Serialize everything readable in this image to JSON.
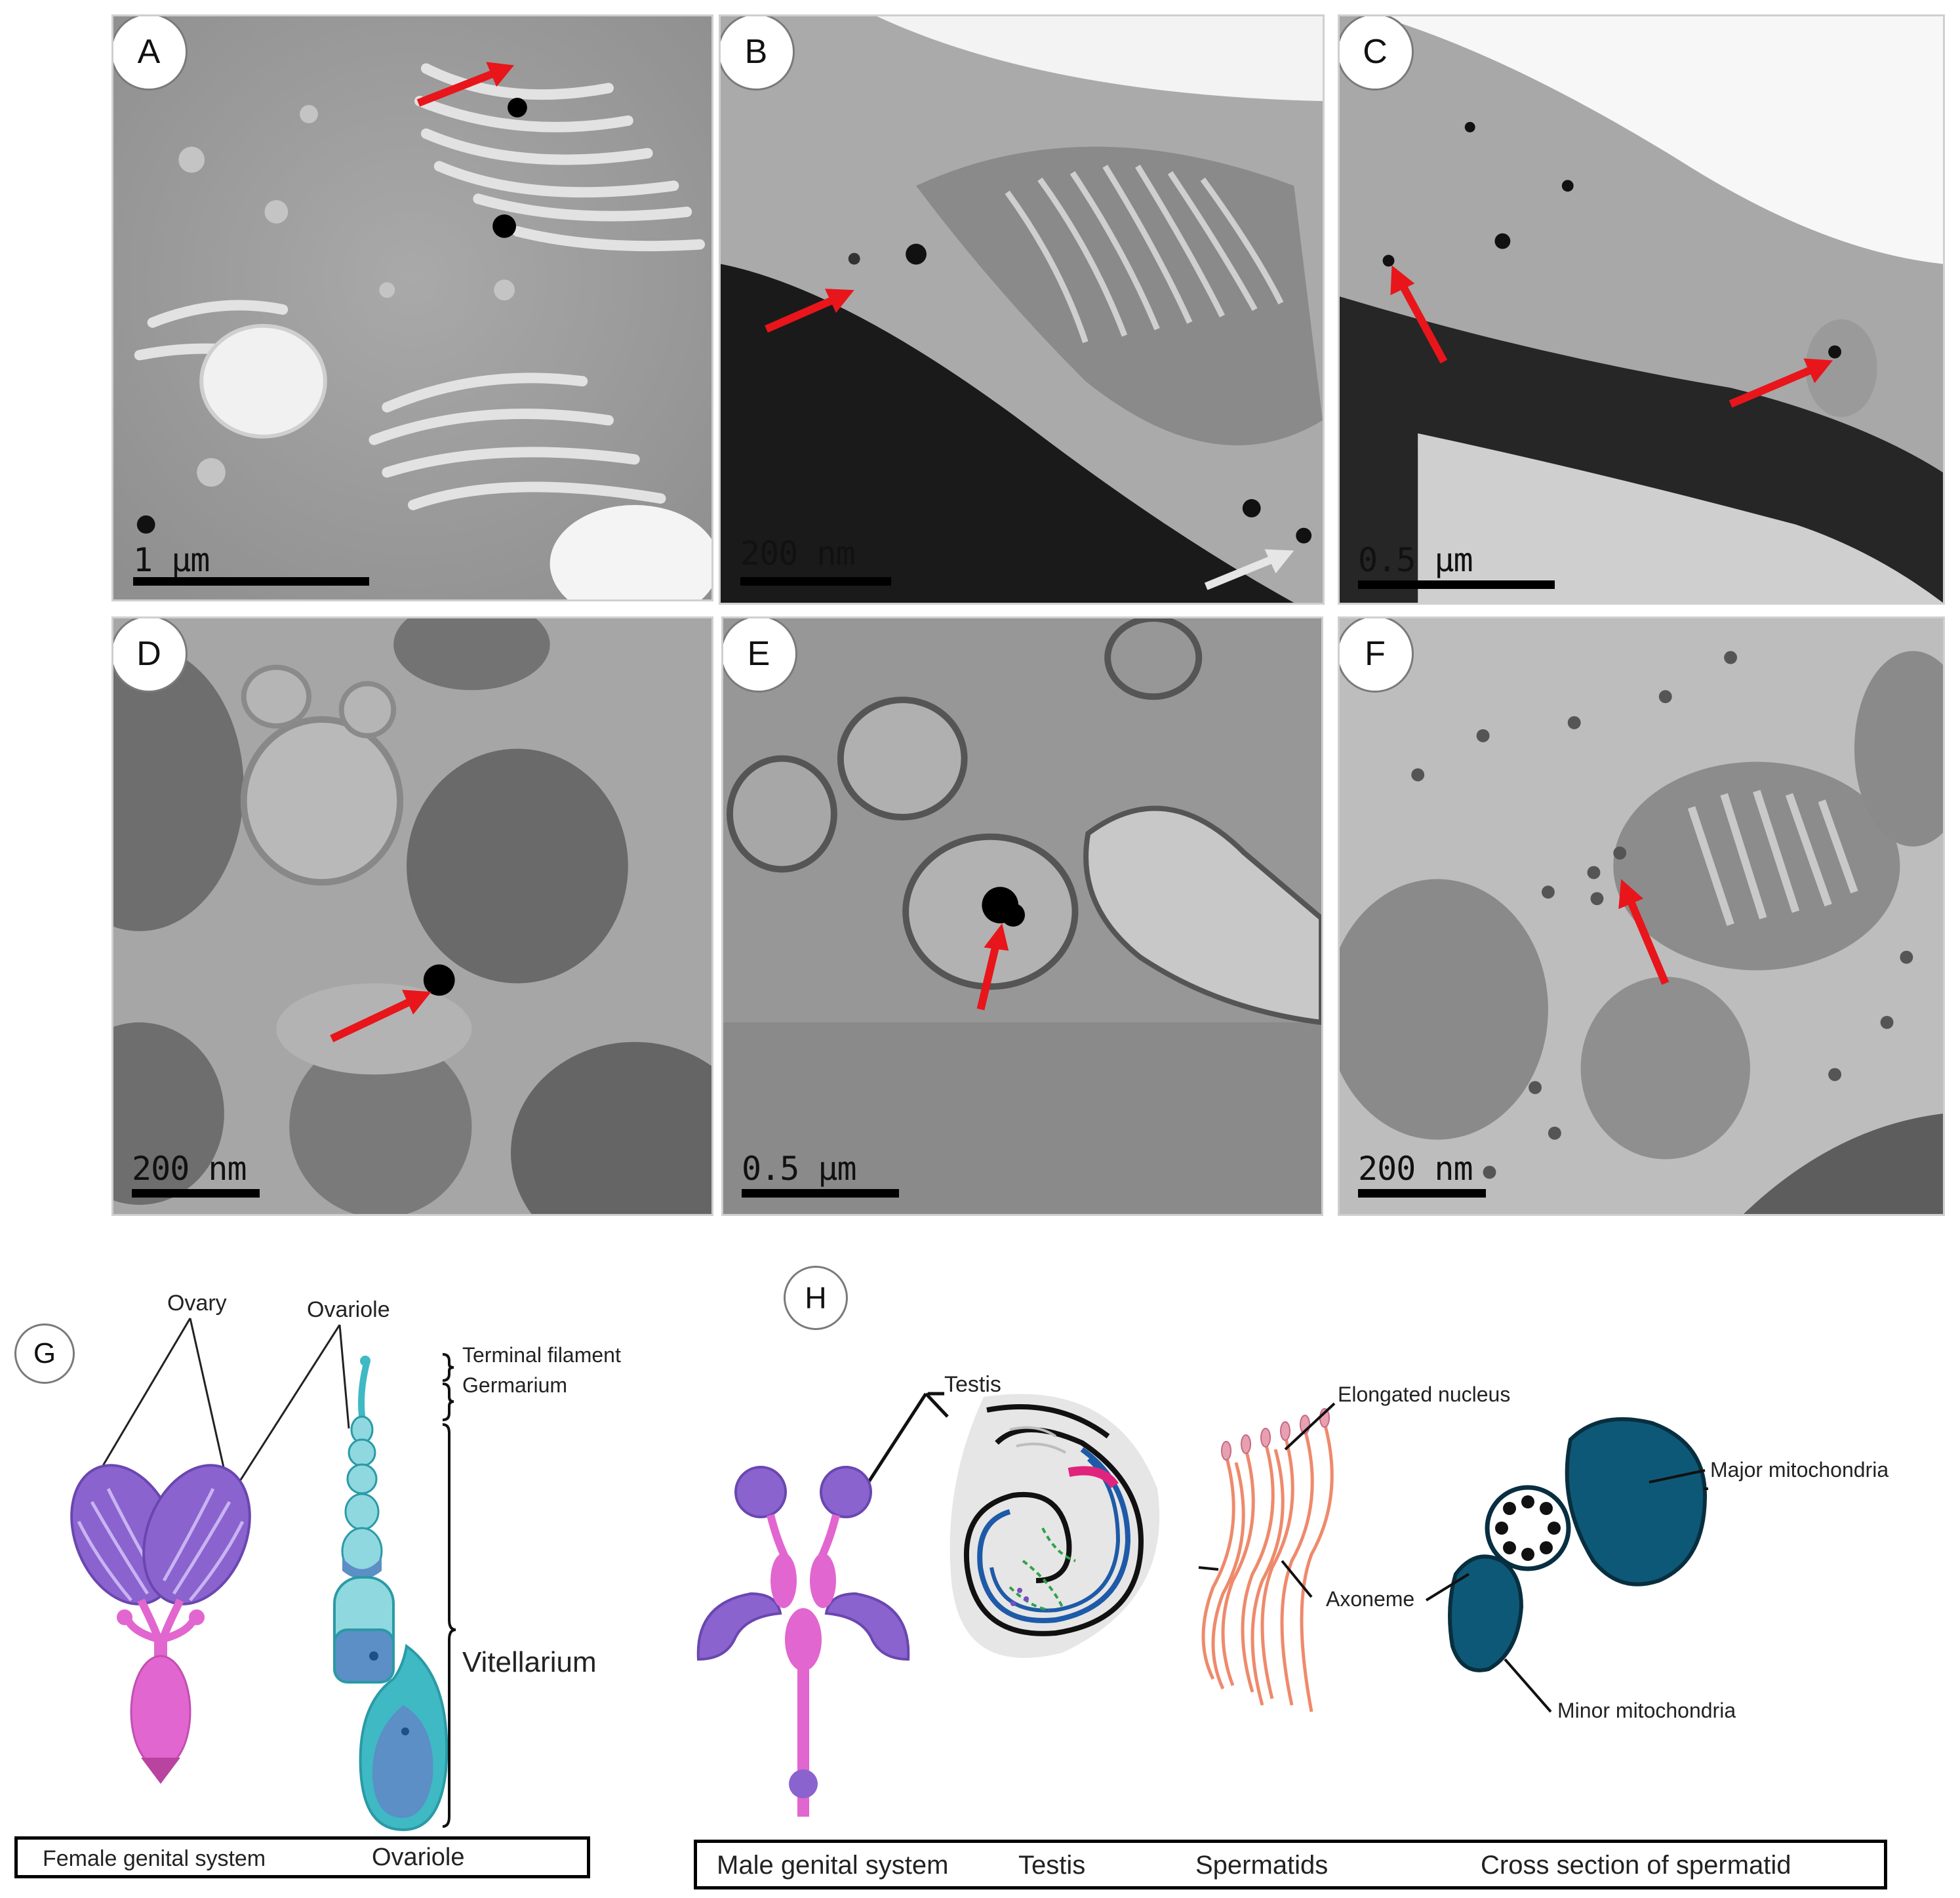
{
  "panels": {
    "A": {
      "letter": "A",
      "scale": "1 μm"
    },
    "B": {
      "letter": "B",
      "scale": "200 nm"
    },
    "C": {
      "letter": "C",
      "scale": "0.5 μm"
    },
    "D": {
      "letter": "D",
      "scale": "200 nm"
    },
    "E": {
      "letter": "E",
      "scale": "0.5 μm"
    },
    "F": {
      "letter": "F",
      "scale": "200 nm"
    }
  },
  "female": {
    "letter": "G",
    "ovary": "Ovary",
    "ovariole": "Ovariole",
    "terminal_filament": "Terminal filament",
    "germarium": "Germarium",
    "vitellarium": "Vitellarium",
    "caption_left": "Female genital system",
    "caption_right": "Ovariole"
  },
  "male": {
    "letter": "H",
    "testis": "Testis",
    "elongated_nucleus": "Elongated nucleus",
    "axoneme": "Axoneme",
    "major_mito": "Major mitochondria",
    "minor_mito": "Minor mitochondria",
    "captions": [
      "Male genital system",
      "Testis",
      "Spermatids",
      "Cross section of spermatid"
    ]
  },
  "colors": {
    "arrow": "#e8151b",
    "ovary_purple": "#8a63cf",
    "oviduct_pink": "#e266cf",
    "ovariole_teal": "#3fb9c4",
    "oocyte_blue": "#5b8fc6",
    "mito_blue": "#0e5877",
    "sperm_salmon": "#ee8a6c",
    "testis_blue": "#1e5aa8"
  }
}
